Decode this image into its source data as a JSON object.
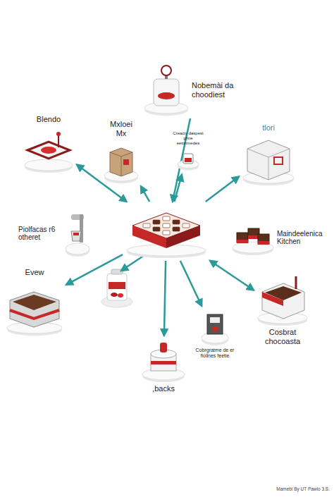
{
  "diagram": {
    "nodes": [
      {
        "text": [
          "Nobemài da choodiest"
        ]
      },
      {
        "text": [
          "Blendo"
        ]
      },
      {
        "text": [
          "Mxloei Mx"
        ]
      },
      {
        "text": [
          "Creacty daspest ghne eettinmedes"
        ]
      },
      {
        "text": [
          "tlori"
        ]
      },
      {
        "text": []
      },
      {
        "text": [
          "Piolfacas r6 otheret"
        ]
      },
      {
        "text": [
          "Maindeelenica Kitchen"
        ]
      },
      {
        "text": [
          "Evew"
        ]
      },
      {
        "text": [
          "Cobrgratme de er fiollnes feetie"
        ]
      },
      {
        "text": [
          "Cosbrat chocoasta"
        ]
      },
      {
        "text": [
          ",backs"
        ]
      }
    ],
    "edges": [
      {
        "from": 0,
        "to": 5,
        "arrow": "to"
      },
      {
        "from": 5,
        "to": 1,
        "arrow": "both"
      },
      {
        "from": 5,
        "to": 2,
        "arrow": "to"
      },
      {
        "from": 5,
        "to": 3,
        "arrow": "to"
      },
      {
        "from": 5,
        "to": 4,
        "arrow": "to"
      },
      {
        "from": 5,
        "to": 8,
        "arrow": "to"
      },
      {
        "from": 5,
        "to": 10,
        "arrow": "both"
      },
      {
        "from": 5,
        "to": 9,
        "arrow": "to"
      },
      {
        "from": 5,
        "to": 11,
        "arrow": "to"
      }
    ],
    "labels": [
      "Mamebi By UT Pawlo 3.S."
    ]
  }
}
